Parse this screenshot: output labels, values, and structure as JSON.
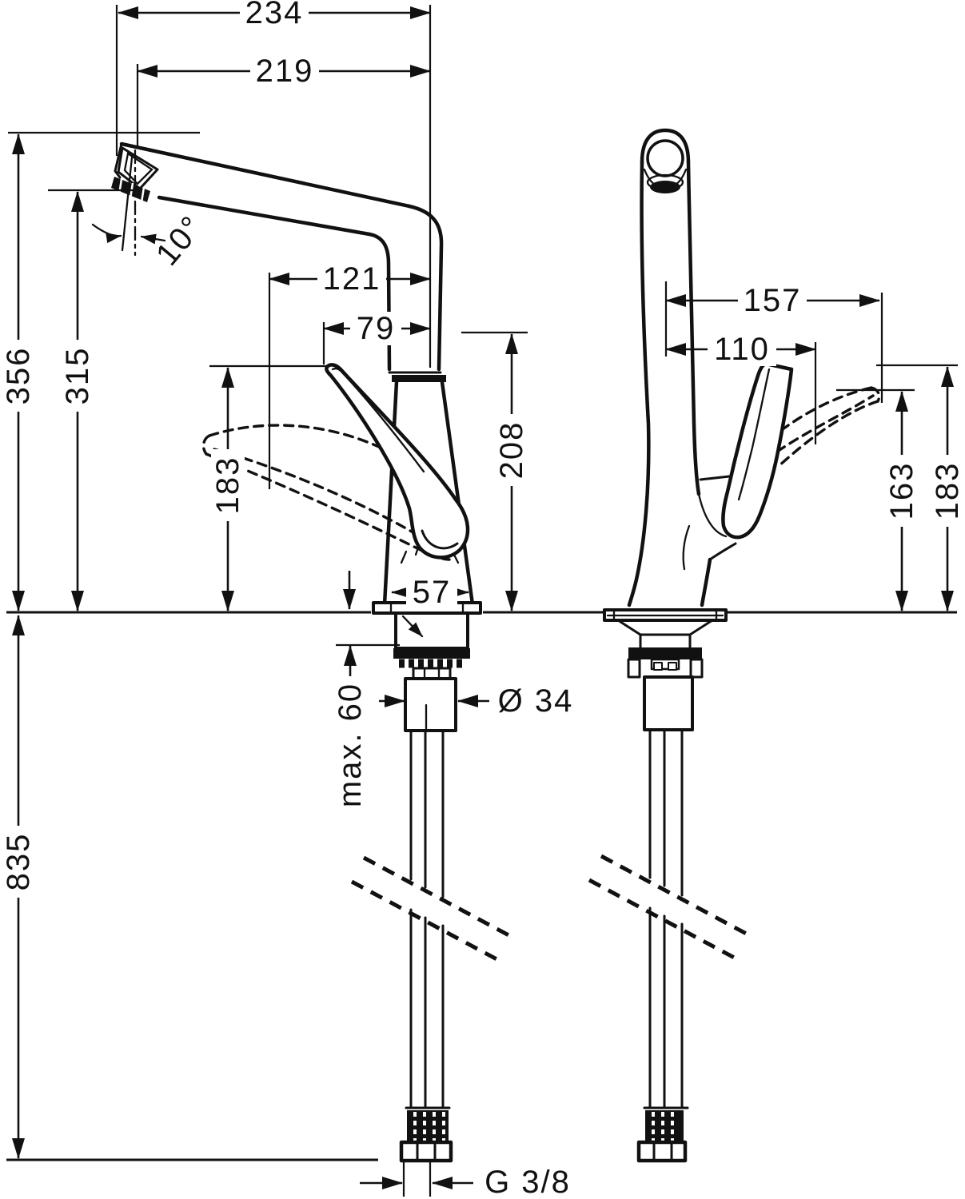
{
  "colors": {
    "ink": "#111111",
    "background": "#ffffff"
  },
  "dims": {
    "overall_reach": "234",
    "spout_reach": "219",
    "spout_angle": "10°",
    "handle_tip_reach": "121",
    "handle_offset": "79",
    "total_height": "356",
    "spout_height": "315",
    "handle_height_side": "183",
    "spout_pivot_height": "208",
    "base_width": "57",
    "max_counter_thickness": "max. 60",
    "shank_diameter": "Ø 34",
    "hose_length": "835",
    "connection_thread": "G 3/8",
    "front_handle_reach": "157",
    "front_handle_reach_open": "110",
    "front_handle_height_open": "163",
    "front_handle_height": "183"
  }
}
